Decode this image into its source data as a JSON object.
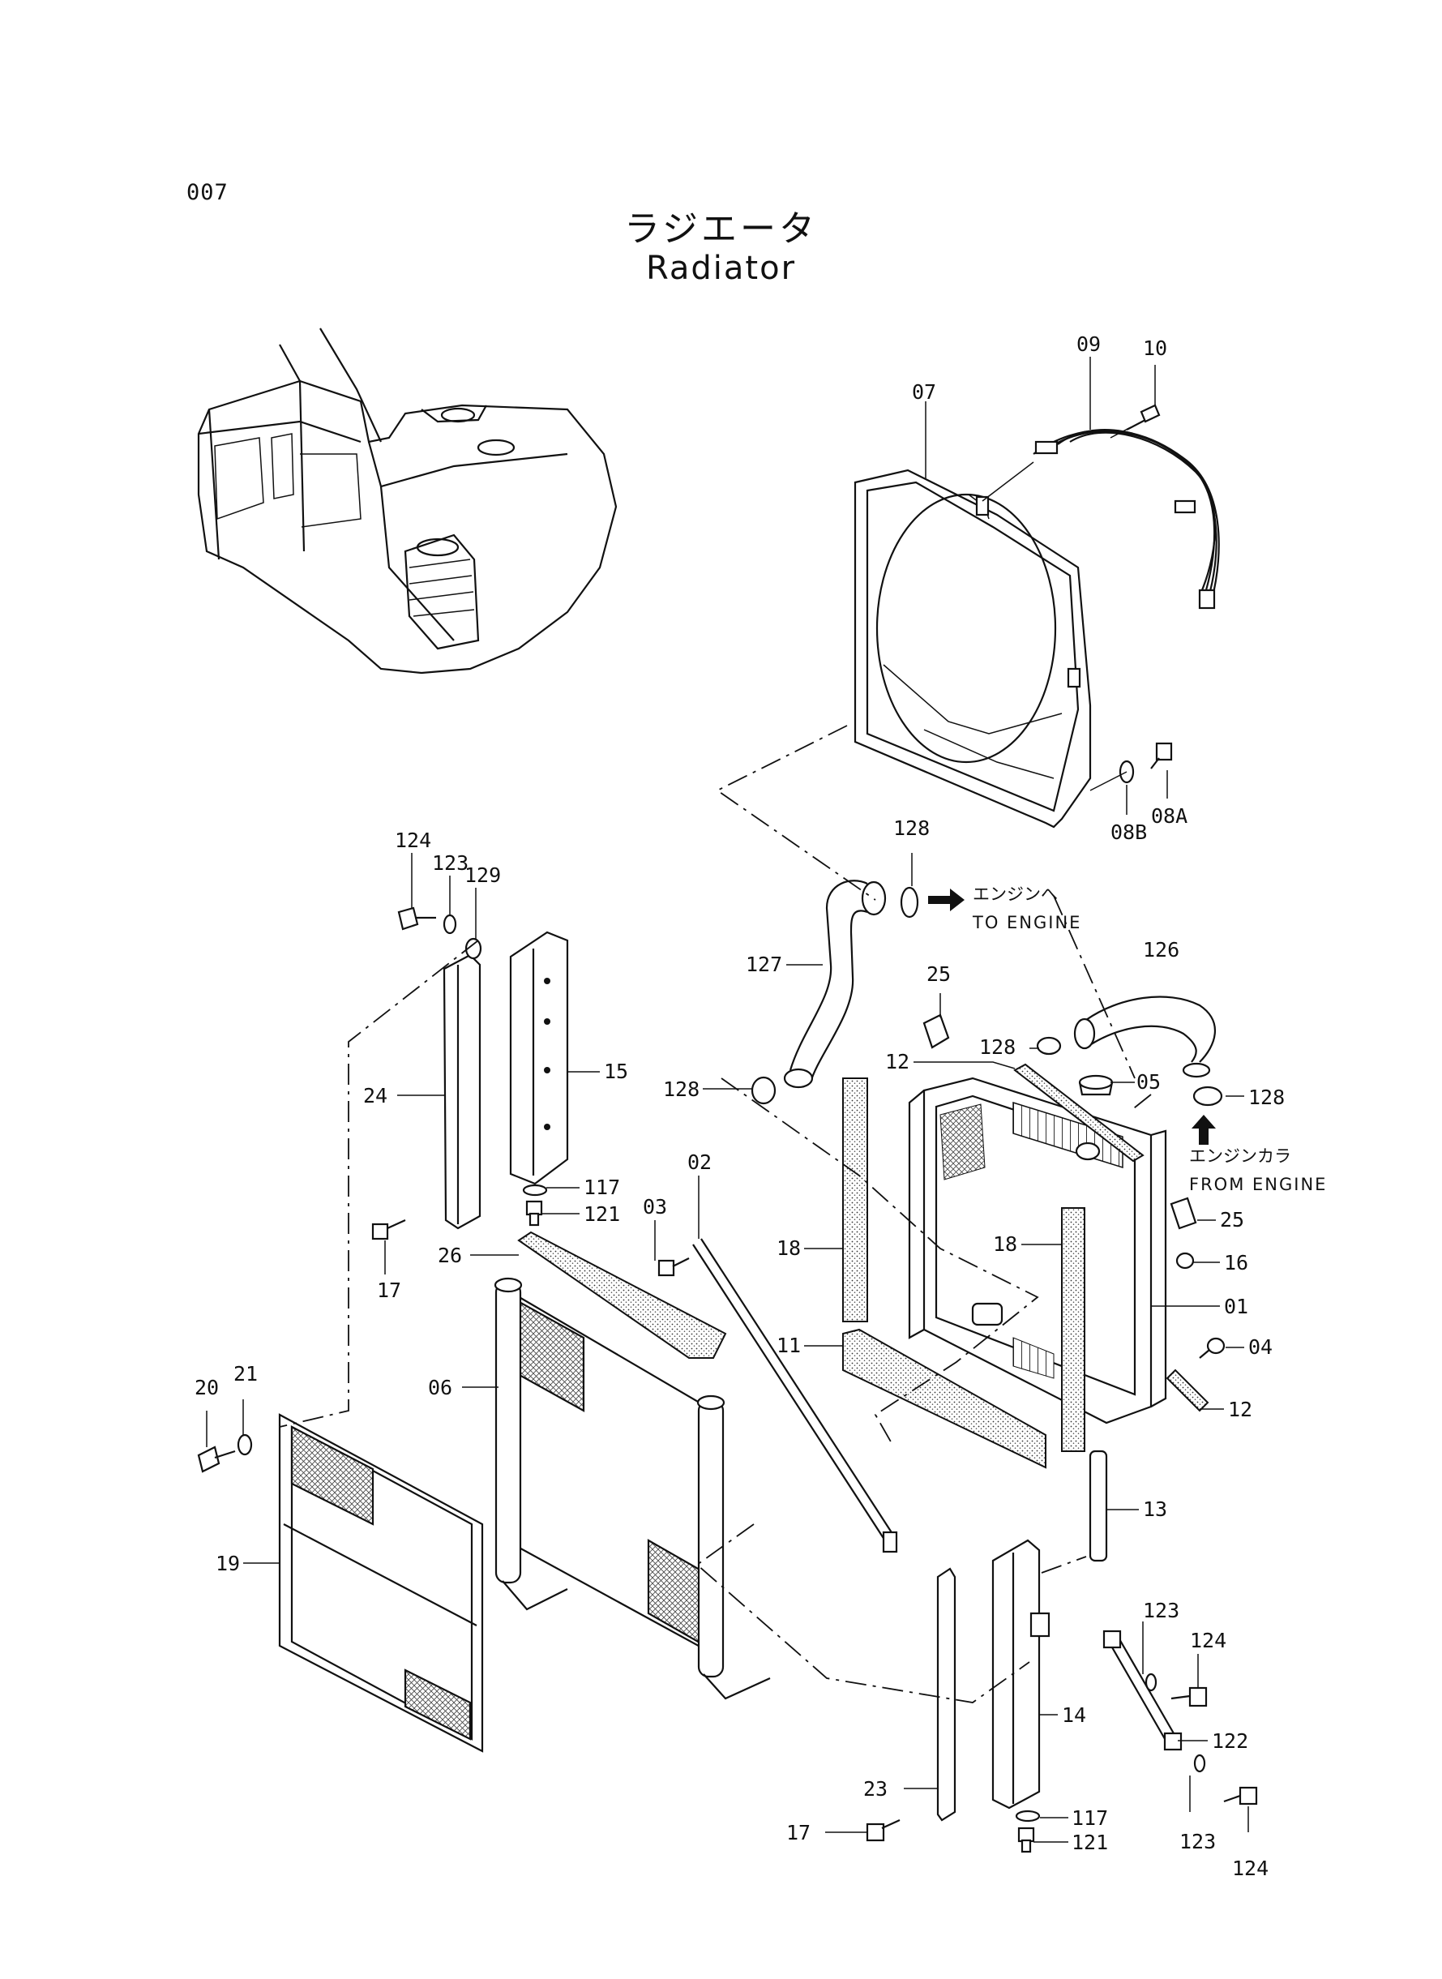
{
  "page_code": "007",
  "title_jp": "ラジエータ",
  "title_en": "Radiator",
  "notes": {
    "to_engine_jp": "エンジンへ",
    "to_engine_en": "TO ENGINE",
    "from_engine_jp": "エンジンカラ",
    "from_engine_en": "FROM ENGINE"
  },
  "labels": {
    "p01": "01",
    "p02": "02",
    "p03": "03",
    "p04": "04",
    "p05": "05",
    "p06": "06",
    "p07": "07",
    "p08a": "08A",
    "p08b": "08B",
    "p09": "09",
    "p10": "10",
    "p11": "11",
    "p12a": "12",
    "p12b": "12",
    "p13": "13",
    "p14": "14",
    "p15": "15",
    "p16": "16",
    "p17a": "17",
    "p17b": "17",
    "p18a": "18",
    "p18b": "18",
    "p19": "19",
    "p20": "20",
    "p21": "21",
    "p23": "23",
    "p24": "24",
    "p25a": "25",
    "p25b": "25",
    "p26": "26",
    "p117a": "117",
    "p117b": "117",
    "p121a": "121",
    "p121b": "121",
    "p122": "122",
    "p123a": "123",
    "p123b": "123",
    "p123c": "123",
    "p124a": "124",
    "p124b": "124",
    "p124c": "124",
    "p126": "126",
    "p127": "127",
    "p128a": "128",
    "p128b": "128",
    "p128c": "128",
    "p128d": "128",
    "p129": "129"
  }
}
